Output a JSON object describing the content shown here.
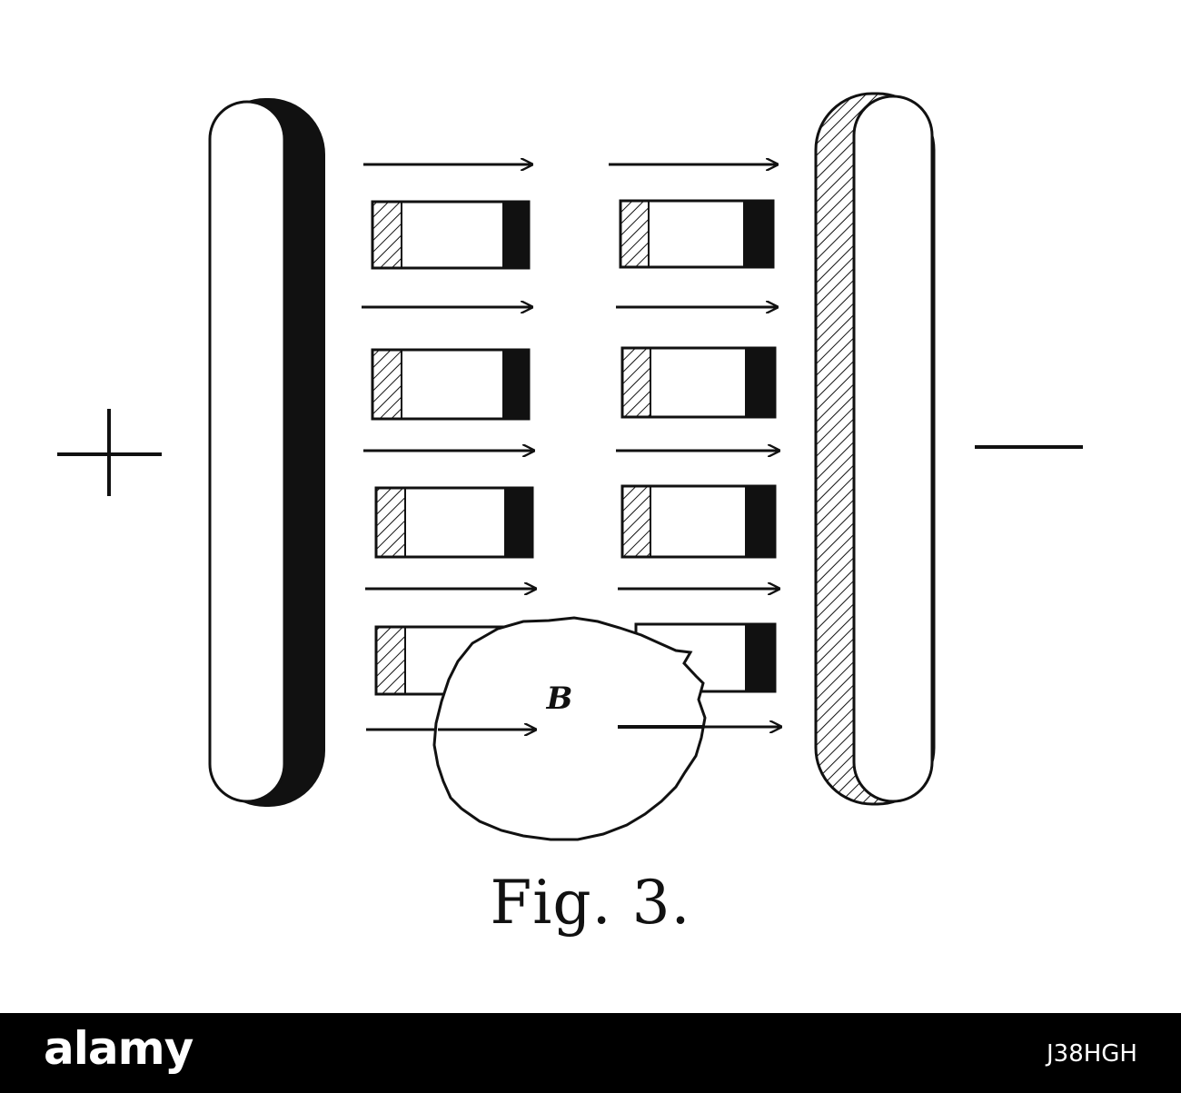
{
  "figure": {
    "caption": "Fig. 3.",
    "left_pole_sign": "+",
    "right_pole_sign": "−",
    "region_label": "B",
    "ink_color": "#111111",
    "paper_color": "#ffffff"
  },
  "footer": {
    "brand": "alamy",
    "image_id": "J38HGH",
    "background": "#000000"
  }
}
